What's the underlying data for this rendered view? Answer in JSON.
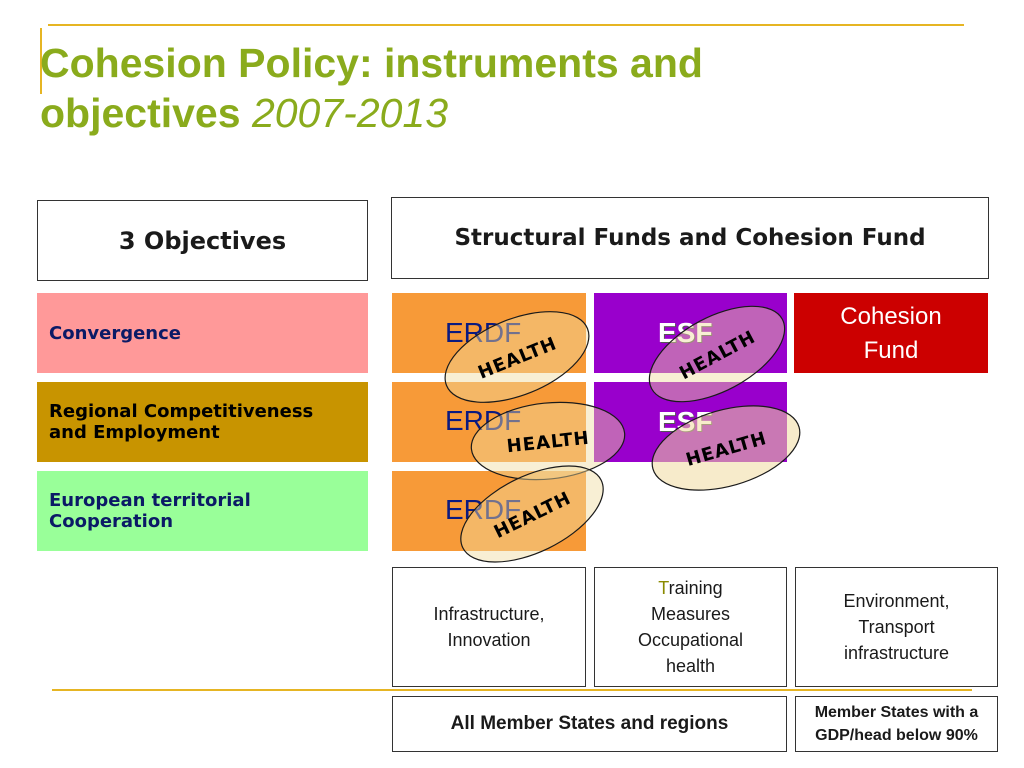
{
  "title": {
    "line1": "Cohesion Policy: instruments and",
    "line2": "objectives",
    "years": "2007-2013"
  },
  "headers": {
    "objectives": "3  Objectives",
    "funds": "Structural Funds and Cohesion Fund"
  },
  "objectives": [
    {
      "label": "Convergence"
    },
    {
      "label": "Regional Competitiveness and Employment"
    },
    {
      "label": "European territorial Cooperation"
    }
  ],
  "funds": {
    "erdf": "ERDF",
    "esf": "ESF",
    "cohesion_line1": "Cohesion",
    "cohesion_line2": "Fund",
    "health": "HEALTH"
  },
  "descriptions": {
    "erdf": {
      "line1": "Infrastructure,",
      "line2": "Innovation"
    },
    "esf": {
      "lead": "T",
      "line1_rest": "raining",
      "line2": "Measures",
      "line3": "Occupational",
      "line4": "health"
    },
    "cohesion": {
      "line1": "Environment,",
      "line2": "Transport",
      "line3": "infrastructure"
    }
  },
  "scope": {
    "all": "All Member States and regions",
    "limited_line1": "Member States with a",
    "limited_line2": "GDP/head below 90%"
  },
  "colors": {
    "title": "#8aab1c",
    "rule": "#e6b523",
    "convergence": "#ff9999",
    "competitiveness": "#c89400",
    "cooperation": "#99ff99",
    "erdf": "#f79a38",
    "esf": "#9900cc",
    "cohesion_fund": "#cc0000",
    "health_ellipse": "#f0dba0"
  }
}
